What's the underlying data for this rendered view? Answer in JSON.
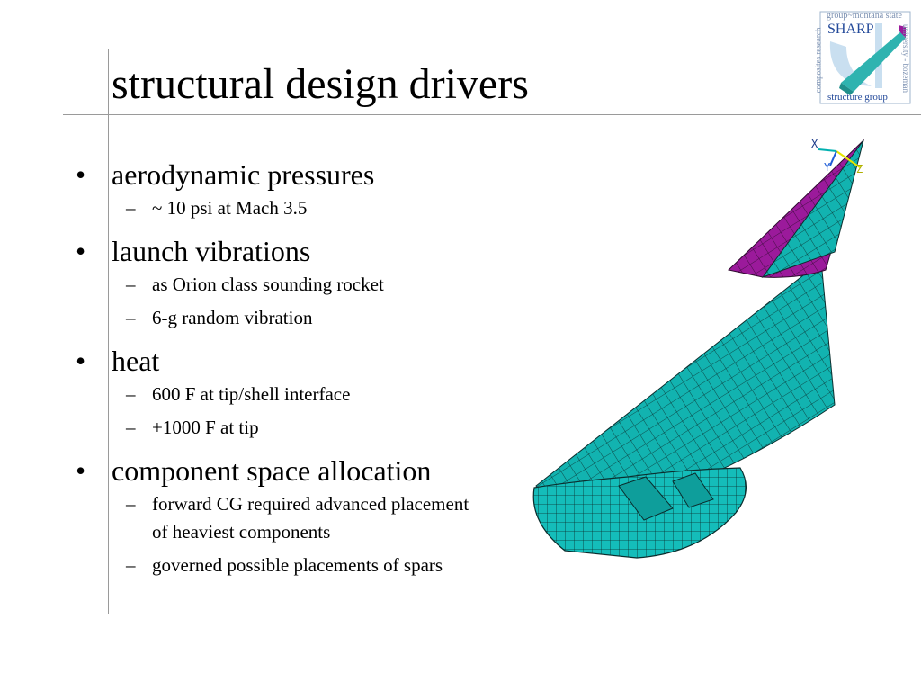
{
  "slide": {
    "title": "structural design drivers",
    "bullets": [
      {
        "text": "aerodynamic pressures",
        "subs": [
          "~ 10 psi at Mach 3.5"
        ]
      },
      {
        "text": "launch vibrations",
        "subs": [
          "as Orion class sounding rocket",
          "6-g random vibration"
        ]
      },
      {
        "text": "heat",
        "subs": [
          "600 F at tip/shell interface",
          "+1000 F at tip"
        ]
      },
      {
        "text": "component space allocation",
        "subs": [
          "forward CG required advanced placement of heaviest components",
          "governed possible placements of spars"
        ]
      }
    ]
  },
  "logo": {
    "ring_top": "group~montana state",
    "ring_left": "composites research",
    "ring_right": "university - bozeman",
    "sharp": "SHARP",
    "structure_group": "structure group"
  },
  "figure": {
    "axes": {
      "x": "X",
      "y": "Y",
      "z": "Z"
    },
    "colors": {
      "shell": "#12b3b0",
      "tip": "#9b1a9b",
      "mesh": "#0b2e2e",
      "axes_x": "#e6e600",
      "axes_y": "#1c5bd6",
      "axes_z": "#00b0b0"
    }
  },
  "colors": {
    "rule": "#9a9a9a",
    "logo_text": "#244a9a",
    "logo_fill": "#2fb3b0"
  }
}
